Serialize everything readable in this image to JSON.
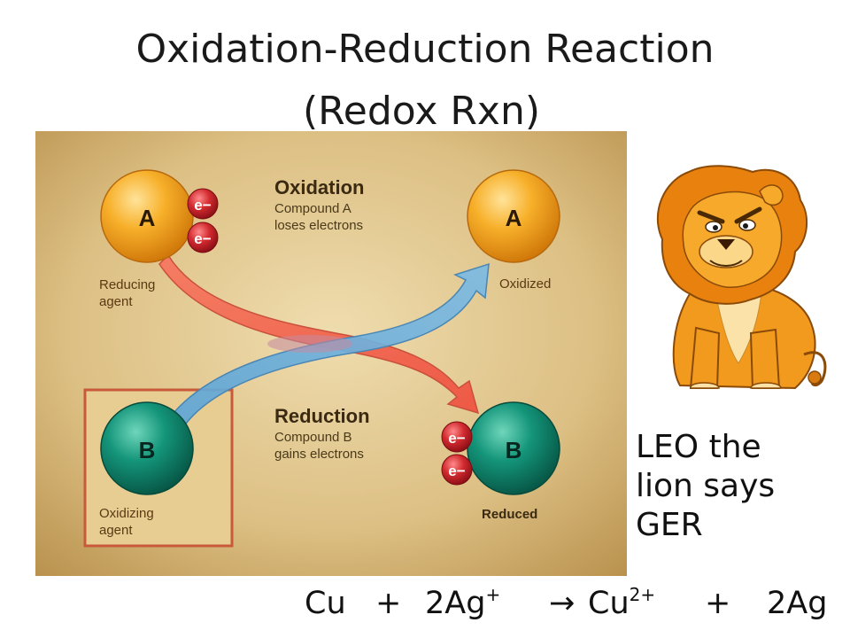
{
  "title": {
    "line1": "Oxidation-Reduction Reaction",
    "line2": "(Redox Rxn)"
  },
  "diagram": {
    "molecule_a_label": "A",
    "molecule_b_label": "B",
    "electron_label": "e−",
    "reducing_agent_line1": "Reducing",
    "reducing_agent_line2": "agent",
    "oxidizing_agent_line1": "Oxidizing",
    "oxidizing_agent_line2": "agent",
    "oxidized_label": "Oxidized",
    "reduced_label": "Reduced",
    "oxidation_heading": "Oxidation",
    "oxidation_line1": "Compound A",
    "oxidation_line2": "loses electrons",
    "reduction_heading": "Reduction",
    "reduction_line1": "Compound B",
    "reduction_line2": "gains electrons",
    "colors": {
      "background": "#d6b474",
      "molecule_a": "#f4a81e",
      "molecule_b": "#0f8a6e",
      "electron": "#c8202a",
      "oxidation_arrow": "#f2715b",
      "reduction_arrow": "#6aaed9",
      "highlight_border": "#c85a3a"
    }
  },
  "mnemonic": {
    "line1": "LEO the",
    "line2": "lion says",
    "line3": "GER"
  },
  "equation": {
    "cu": "Cu",
    "plus1": "+",
    "ag_coef": "2Ag",
    "ag_charge": "+",
    "arrow": "→",
    "cu_ion": "Cu",
    "cu_charge": "2+",
    "plus2": "+",
    "ag_product": "2Ag"
  }
}
